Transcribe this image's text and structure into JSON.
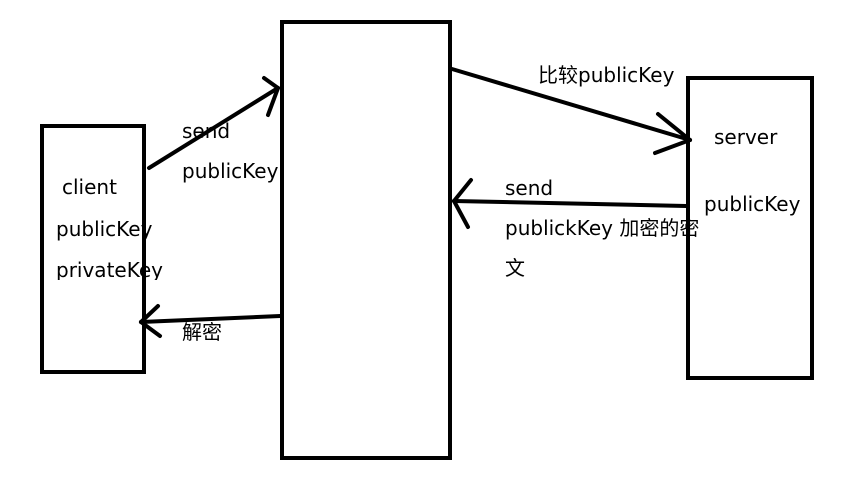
{
  "client": {
    "title": "client",
    "key_public": "publicKey",
    "key_private": "privateKey"
  },
  "server": {
    "title": "server",
    "key_public": "publicKey"
  },
  "arrows": {
    "client_to_middle": {
      "label_line1": "send",
      "label_line2": "publicKey"
    },
    "middle_to_server": {
      "label": "比较publicKey"
    },
    "server_to_middle": {
      "label_line1": "send",
      "label_line2": "publickKey 加密的密",
      "label_line3": "文"
    },
    "middle_to_client": {
      "label": "解密"
    }
  },
  "colors": {
    "stroke": "#000000",
    "background": "#ffffff"
  }
}
